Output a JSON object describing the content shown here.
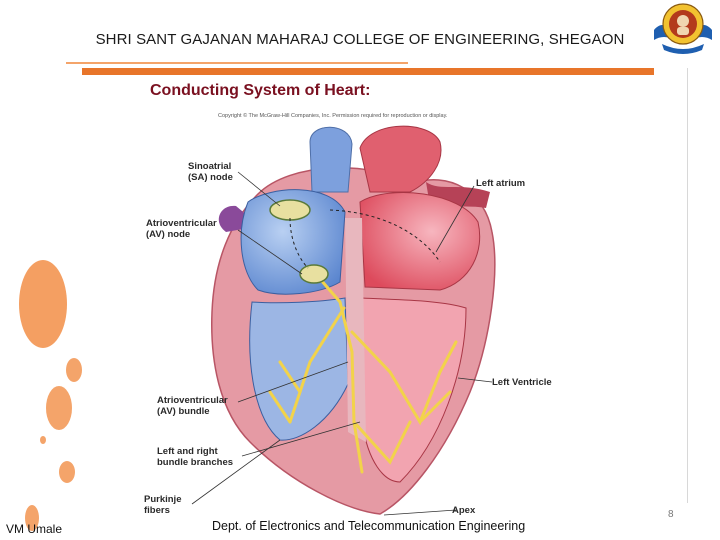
{
  "header": {
    "college_title": "SHRI SANT GAJANAN MAHARAJ COLLEGE OF ENGINEERING, SHEGAON"
  },
  "slide": {
    "heading": "Conducting System of Heart:",
    "page_number": "8"
  },
  "figure": {
    "copyright": "Copyright © The McGraw-Hill Companies, Inc. Permission required for reproduction or display.",
    "labels": {
      "sa_node": "Sinoatrial\n(SA) node",
      "av_node": "Atrioventricular\n(AV) node",
      "left_atrium": "Left atrium",
      "left_ventricle": "Left Ventricle",
      "av_bundle": "Atrioventricular\n(AV) bundle",
      "bundle_branches": "Left and right\nbundle branches",
      "purkinje": "Purkinje\nfibers",
      "apex": "Apex"
    }
  },
  "footer": {
    "author": "VM Umale",
    "department": "Dept. of Electronics and Telecommunication Engineering"
  },
  "colors": {
    "accent_orange": "#e8752a",
    "heading_maroon": "#7a1020",
    "dot_orange": "#f39a5a"
  },
  "icons": {
    "logo": "college-seal-icon"
  }
}
